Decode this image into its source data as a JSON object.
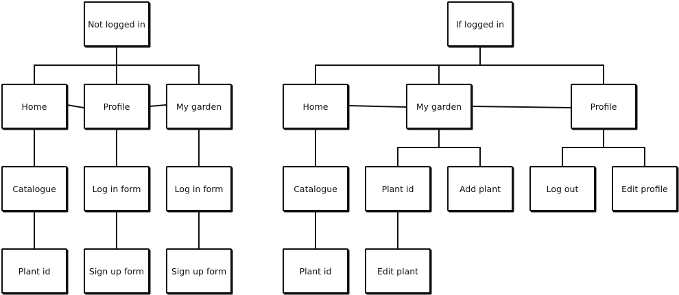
{
  "not_logged_in_tree": {
    "root": "Not logged in",
    "home": "Home",
    "profile": "Profile",
    "my_garden": "My garden",
    "catalogue": "Catalogue",
    "profile_login_form": "Log in form",
    "garden_login_form": "Log in form",
    "catalogue_plant_id": "Plant id",
    "profile_signup_form": "Sign up form",
    "garden_signup_form": "Sign up form"
  },
  "logged_in_tree": {
    "root": "If logged in",
    "home": "Home",
    "my_garden": "My garden",
    "profile": "Profile",
    "catalogue": "Catalogue",
    "garden_plant_id": "Plant id",
    "add_plant": "Add plant",
    "log_out": "Log out",
    "edit_profile": "Edit profile",
    "catalogue_plant_id": "Plant id",
    "edit_plant": "Edit plant"
  }
}
